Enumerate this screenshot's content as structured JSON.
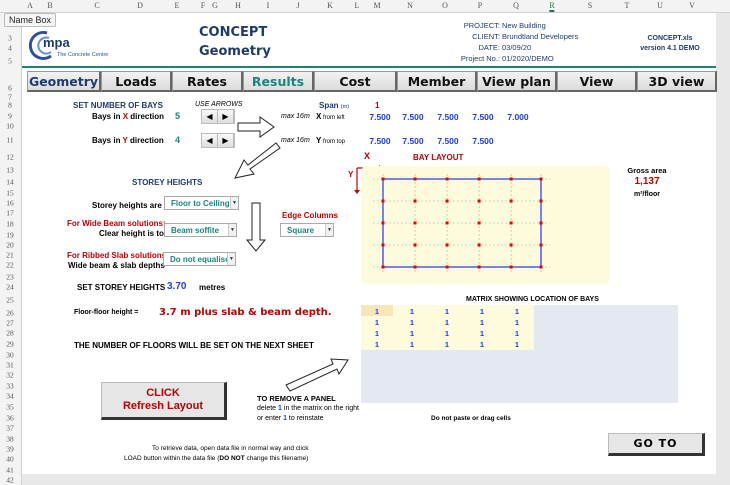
{
  "sheet": {
    "columns": [
      "A",
      "B",
      "C",
      "D",
      "E",
      "F",
      "G",
      "H",
      "I",
      "J",
      "K",
      "L",
      "M",
      "N",
      "O",
      "P",
      "Q",
      "R",
      "S",
      "T",
      "U",
      "V"
    ],
    "selected_column": "R",
    "rows": [
      "3",
      "4",
      "5",
      "6",
      "7",
      "8",
      "9",
      "10",
      "11",
      "12",
      "13",
      "14",
      "15",
      "16",
      "17",
      "18",
      "19",
      "20",
      "21",
      "22",
      "23",
      "24",
      "25",
      "26",
      "27",
      "28",
      "29",
      "30",
      "31",
      "32",
      "33",
      "34",
      "35",
      "36",
      "37",
      "38",
      "39",
      "40",
      "41",
      "42"
    ],
    "name_box_tooltip": "Name Box"
  },
  "header": {
    "logo_text": "mpa",
    "logo_sub": "The Concrete Centre",
    "title": "CONCEPT",
    "subtitle": "Geometry",
    "project_label": "PROJECT:",
    "project": "New Building",
    "client_label": "CLIENT:",
    "client": "Brundtland Developers",
    "date_label": "DATE:",
    "date": "03/09/20",
    "projno_label": "Project No.:",
    "projno": "01/2020/DEMO",
    "file": "CONCEPT.xls",
    "version": "version 4.1 DEMO"
  },
  "nav": [
    "Geometry",
    "Loads",
    "Rates",
    "Results",
    "Cost",
    "Member",
    "View plan",
    "View",
    "3D view"
  ],
  "bays": {
    "heading": "SET NUMBER OF BAYS",
    "use_arrows": "USE ARROWS",
    "x_label_pre": "Bays in ",
    "x_letter": "X",
    "x_label_post": " direction",
    "x_count": "5",
    "y_label_pre": "Bays in ",
    "y_letter": "Y",
    "y_label_post": " direction",
    "y_count": "4",
    "span_label": "Span",
    "span_unit": "(m)",
    "span_index": "1",
    "max": "max 16m",
    "x_from": "from left",
    "y_from": "from top",
    "x_spans": [
      "7.500",
      "7.500",
      "7.500",
      "7.500",
      "7.000"
    ],
    "y_spans": [
      "7.500",
      "7.500",
      "7.500",
      "7.500"
    ]
  },
  "storey": {
    "heading": "STOREY HEIGHTS",
    "heights_are": "Storey heights are",
    "heights_value": "Floor to Ceiling",
    "wide_beam": "For Wide Beam solutions:",
    "clear_height": "Clear height is to",
    "clear_value": "Beam soffite",
    "ribbed": "For Ribbed Slab solutions:",
    "wide_depths": "Wide beam & slab depths",
    "depths_value": "Do not equalise",
    "edge_columns": "Edge Columns",
    "edge_value": "Square",
    "set_label": "SET STOREY HEIGHTS",
    "set_value": "3.70",
    "set_unit": "metres",
    "ff_label": "Floor-floor height =",
    "ff_value": "3.7 m  plus slab & beam depth.",
    "floors_note": "THE NUMBER OF FLOORS WILL BE SET ON THE NEXT SHEET"
  },
  "layout": {
    "title": "BAY LAYOUT",
    "x_axis": "X",
    "y_axis": "Y",
    "gross_label": "Gross area",
    "gross_value": "1,137",
    "gross_unit": "m²/floor"
  },
  "matrix": {
    "title": "MATRIX SHOWING LOCATION OF BAYS",
    "cells": [
      [
        "1",
        "1",
        "1",
        "1",
        "1"
      ],
      [
        "1",
        "1",
        "1",
        "1",
        "1"
      ],
      [
        "1",
        "1",
        "1",
        "1",
        "1"
      ],
      [
        "1",
        "1",
        "1",
        "1",
        "1"
      ]
    ],
    "note": "Do not paste or drag cells"
  },
  "remove": {
    "title": "TO REMOVE A PANEL",
    "line1_pre": "delete ",
    "line1_num": "1",
    "line1_post": " in the matrix on the right",
    "line2_pre": "or enter ",
    "line2_num": "1",
    "line2_post": " to reinstate"
  },
  "buttons": {
    "refresh_1": "CLICK",
    "refresh_2": "Refresh Layout",
    "goto": "GO TO"
  },
  "footer": {
    "line1": "To retrieve data, open data file in normal way and click",
    "line2_pre": "LOAD button within the data file (",
    "line2_bold": "DO NOT",
    "line2_post": " change this filename)"
  },
  "colors": {
    "accent": "#17867e",
    "navy": "#1f3a6e",
    "red": "#c00000",
    "blue": "#1a3cff",
    "layout_bg": "#fdfbdc",
    "matrix_bg": "#e4e8f0"
  }
}
